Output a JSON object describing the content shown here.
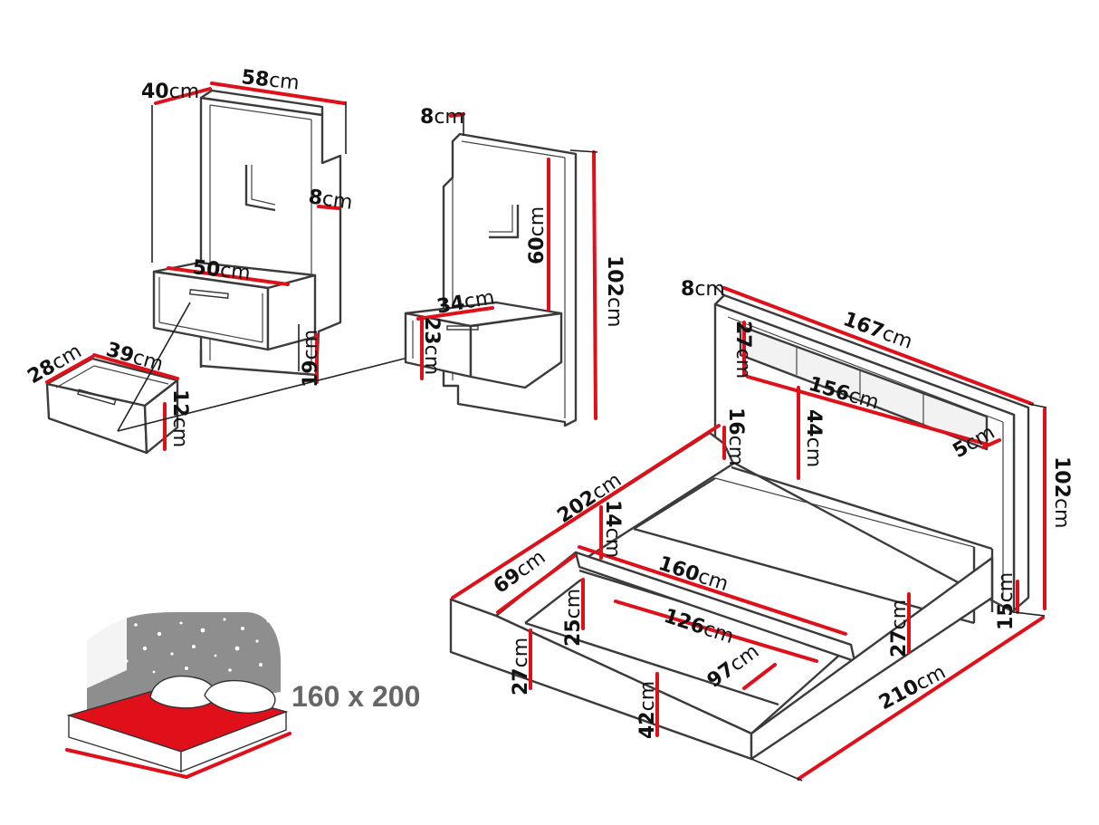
{
  "size_label": "160 x 200",
  "unit": "cm",
  "dimensions": {
    "panel1_depth": "40",
    "panel1_width": "58",
    "panel1_shelf": "8",
    "table1_width": "50",
    "table1_leg": "19",
    "drawer_depth": "28",
    "drawer_width": "39",
    "drawer_height": "12",
    "panel2_top": "8",
    "panel2_upper": "60",
    "panel2_height": "102",
    "table2_width": "34",
    "table2_height": "23",
    "headboard_depth": "8",
    "headboard_width": "167",
    "headboard_cushion_h": "27",
    "headboard_inner_w": "156",
    "headboard_panel_h": "44",
    "headboard_shelf": "5",
    "bed_side_h": "16",
    "bed_length": "202",
    "bed_rail_h": "14",
    "bed_inner_w": "160",
    "bed_box_d": "69",
    "bed_box_inner_w": "126",
    "bed_box_h": "25",
    "bed_box_front": "27",
    "bed_box_small": "97",
    "bed_front_h": "42",
    "bed_end_h": "27",
    "bed_leg": "15",
    "bed_total_h": "102",
    "bed_total_l": "210"
  },
  "colors": {
    "accent": "#e0101a",
    "outline": "#3b3b3b",
    "mattress": "#e0101a"
  }
}
